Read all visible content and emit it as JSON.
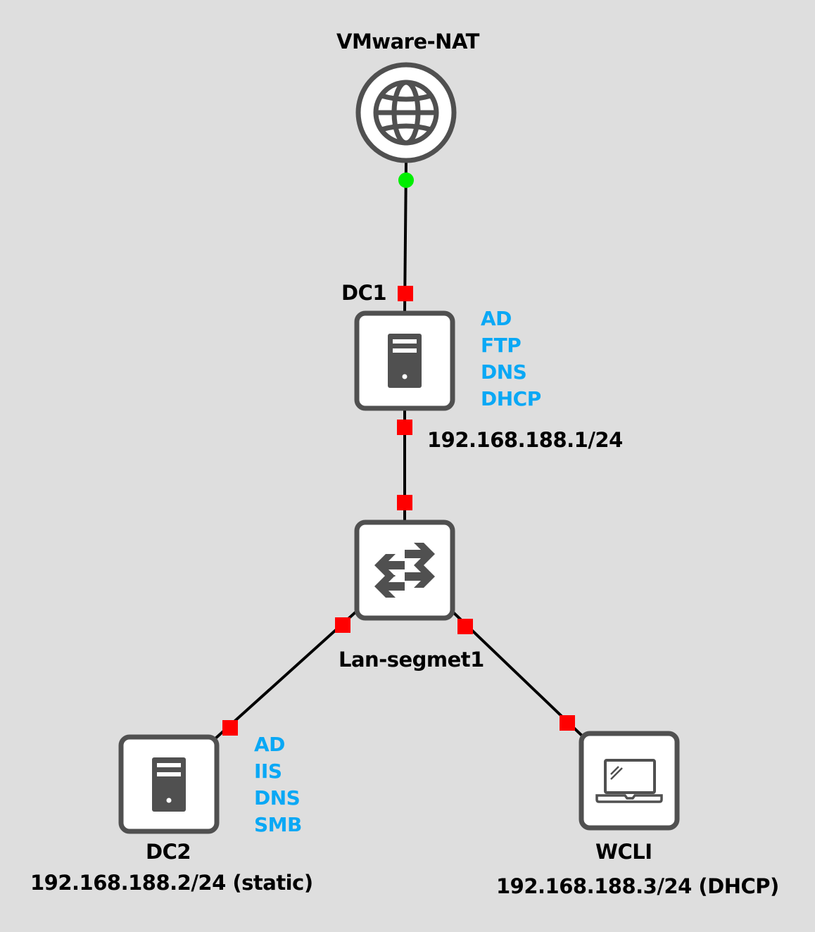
{
  "diagram": {
    "colors": {
      "background": "#dedede",
      "node_border": "#505050",
      "node_fill": "#ffffff",
      "link": "#000000",
      "port_down": "#ff0000",
      "port_up": "#00ee00",
      "service_text": "#0aa8f5"
    },
    "nodes": {
      "nat": {
        "name": "VMware-NAT",
        "icon": "globe-icon"
      },
      "dc1": {
        "name": "DC1",
        "icon": "server-icon",
        "ip": "192.168.188.1/24",
        "services": [
          "AD",
          "FTP",
          "DNS",
          "DHCP"
        ]
      },
      "switch": {
        "name": "Lan-segmet1",
        "icon": "switch-arrows-icon"
      },
      "dc2": {
        "name": "DC2",
        "icon": "server-icon",
        "ip": "192.168.188.2/24 (static)",
        "services": [
          "AD",
          "IIS",
          "DNS",
          "SMB"
        ]
      },
      "wcli": {
        "name": "WCLI",
        "icon": "laptop-icon",
        "ip": "192.168.188.3/24 (DHCP)"
      }
    },
    "links": [
      {
        "from": "nat",
        "to": "dc1",
        "from_port": "up",
        "to_port": "down"
      },
      {
        "from": "dc1",
        "to": "switch",
        "from_port": "down",
        "to_port": "down"
      },
      {
        "from": "switch",
        "to": "dc2",
        "from_port": "down",
        "to_port": "down"
      },
      {
        "from": "switch",
        "to": "wcli",
        "from_port": "down",
        "to_port": "down"
      }
    ]
  }
}
